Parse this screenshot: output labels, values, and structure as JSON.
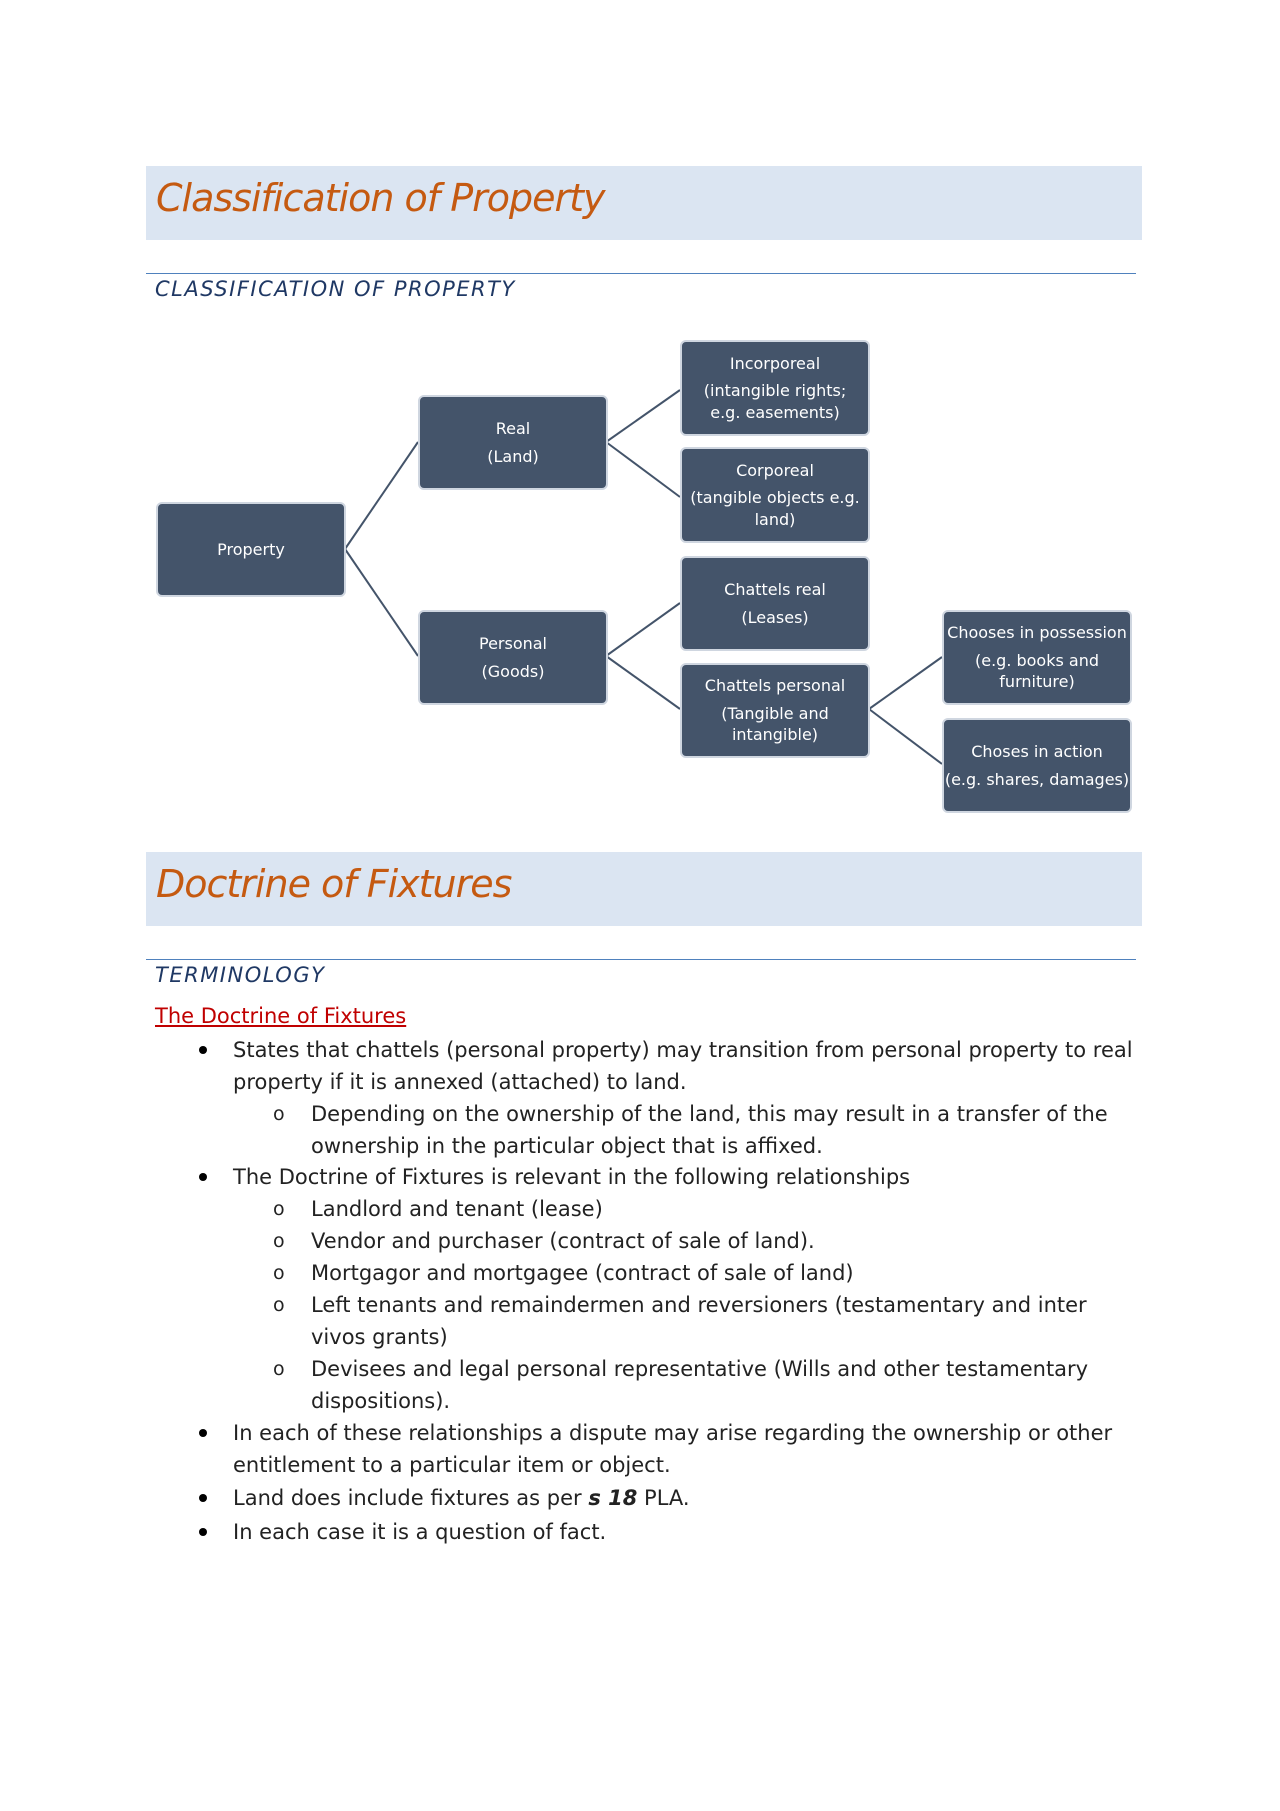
{
  "sections": [
    {
      "title": "Classification of Property",
      "subheading": "CLASSIFICATION OF PROPERTY"
    },
    {
      "title": "Doctrine of Fixtures",
      "subheading": "TERMINOLOGY"
    }
  ],
  "diagram": {
    "property": {
      "l1": "Property"
    },
    "real": {
      "l1": "Real",
      "l2": "(Land)"
    },
    "personal": {
      "l1": "Personal",
      "l2": "(Goods)"
    },
    "incorporeal": {
      "l1": "Incorporeal",
      "l2": "(intangible rights; e.g. easements)"
    },
    "corporeal": {
      "l1": "Corporeal",
      "l2": "(tangible objects e.g. land)"
    },
    "chattels_real": {
      "l1": "Chattels real",
      "l2": "(Leases)"
    },
    "chattels_personal": {
      "l1": "Chattels personal",
      "l2": "(Tangible and intangible)"
    },
    "choses_possession": {
      "l1": "Chooses in possession",
      "l2": "(e.g. books and furniture)"
    },
    "choses_action": {
      "l1": "Choses in action",
      "l2": "(e.g. shares, damages)"
    }
  },
  "doctrine": {
    "heading": "The Doctrine of Fixtures",
    "b1": "States that chattels (personal property) may transition from personal property to real property if it is annexed (attached) to land.",
    "b1_sub": "Depending on the ownership of the land, this may result in a transfer of the ownership in the particular object that is affixed.",
    "b2": "The Doctrine of Fixtures is relevant in the following relationships",
    "b2_subs": [
      "Landlord and tenant (lease)",
      "Vendor and purchaser (contract of sale of land).",
      "Mortgagor and mortgagee (contract of sale of land)",
      "Left tenants and remaindermen and reversioners (testamentary and inter vivos grants)",
      "Devisees and legal personal representative (Wills and other testamentary dispositions)."
    ],
    "b3": "In each of these relationships a dispute may arise regarding the ownership or other entitlement to a particular item or object.",
    "b4_pre": "Land does include fixtures as per ",
    "b4_ref": "s 18",
    "b4_post": " PLA.",
    "b5": "In each case it is a question of fact."
  }
}
